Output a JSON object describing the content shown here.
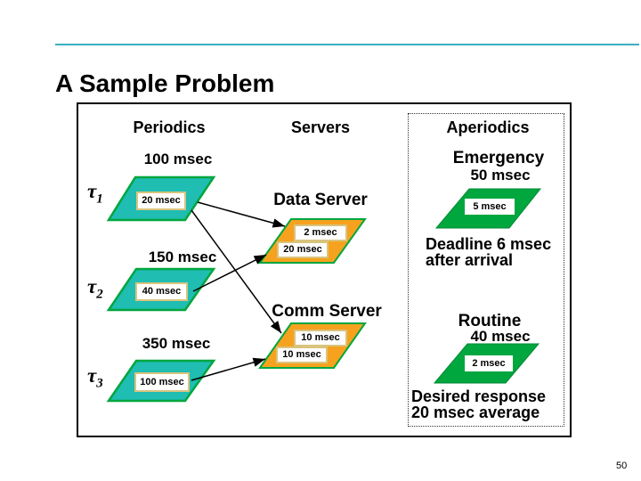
{
  "slide": {
    "title": "A Sample Problem",
    "page_number": "50"
  },
  "diagram": {
    "headers": {
      "periodics": "Periodics",
      "servers": "Servers",
      "aperiodics": "Aperiodics"
    },
    "periodics": [
      {
        "symbol": "τ",
        "sub": "1",
        "period": "100 msec",
        "exec": "20 msec"
      },
      {
        "symbol": "τ",
        "sub": "2",
        "period": "150 msec",
        "exec": "40 msec"
      },
      {
        "symbol": "τ",
        "sub": "3",
        "period": "350 msec",
        "exec": "100 msec"
      }
    ],
    "servers": [
      {
        "name": "Data Server",
        "slot_top": "2 msec",
        "slot_bottom": "20 msec"
      },
      {
        "name": "Comm Server",
        "slot_top": "10 msec",
        "slot_bottom": "10 msec"
      }
    ],
    "aperiodics": [
      {
        "name": "Emergency",
        "period": "50 msec",
        "exec": "5 msec",
        "note_line1": "Deadline 6 msec",
        "note_line2": "after arrival"
      },
      {
        "name": "Routine",
        "period": "40 msec",
        "exec": "2 msec",
        "note_line1": "Desired response",
        "note_line2": "20 msec average"
      }
    ],
    "connections": [
      {
        "from": "tau1",
        "to": "Data Server"
      },
      {
        "from": "tau1",
        "to": "Comm Server"
      },
      {
        "from": "tau2",
        "to": "Data Server"
      },
      {
        "from": "tau3",
        "to": "Comm Server"
      }
    ],
    "colors": {
      "periodic_fill": "#1fbdb2",
      "server_fill": "#f6a21e",
      "aperiodic_fill": "#00a63e",
      "shape_edge": "#00a63e",
      "accent_rule": "#3aafc0"
    }
  }
}
